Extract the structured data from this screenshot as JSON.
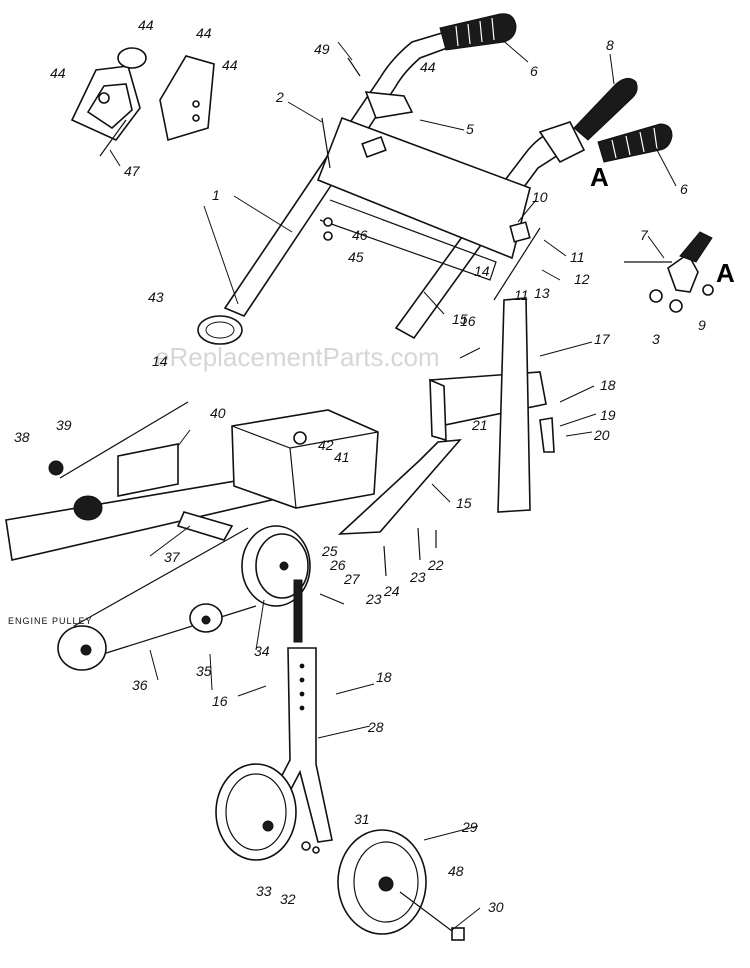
{
  "diagram": {
    "watermark": "eReplacementParts.com",
    "engine_pulley_label": "ENGINE PULLEY",
    "reference_mark": "A",
    "callouts": [
      {
        "id": "c1",
        "text": "1"
      },
      {
        "id": "c2",
        "text": "2"
      },
      {
        "id": "c3",
        "text": "3"
      },
      {
        "id": "c5",
        "text": "5"
      },
      {
        "id": "c6a",
        "text": "6"
      },
      {
        "id": "c6b",
        "text": "6"
      },
      {
        "id": "c7",
        "text": "7"
      },
      {
        "id": "c8",
        "text": "8"
      },
      {
        "id": "c9",
        "text": "9"
      },
      {
        "id": "c10",
        "text": "10"
      },
      {
        "id": "c11a",
        "text": "11"
      },
      {
        "id": "c11b",
        "text": "11"
      },
      {
        "id": "c12",
        "text": "12"
      },
      {
        "id": "c13",
        "text": "13"
      },
      {
        "id": "c14a",
        "text": "14"
      },
      {
        "id": "c14b",
        "text": "14"
      },
      {
        "id": "c15a",
        "text": "15"
      },
      {
        "id": "c15b",
        "text": "15"
      },
      {
        "id": "c16a",
        "text": "16"
      },
      {
        "id": "c16b",
        "text": "16"
      },
      {
        "id": "c17",
        "text": "17"
      },
      {
        "id": "c18a",
        "text": "18"
      },
      {
        "id": "c18b",
        "text": "18"
      },
      {
        "id": "c19",
        "text": "19"
      },
      {
        "id": "c20",
        "text": "20"
      },
      {
        "id": "c21",
        "text": "21"
      },
      {
        "id": "c22",
        "text": "22"
      },
      {
        "id": "c23a",
        "text": "23"
      },
      {
        "id": "c23b",
        "text": "23"
      },
      {
        "id": "c24",
        "text": "24"
      },
      {
        "id": "c25",
        "text": "25"
      },
      {
        "id": "c26",
        "text": "26"
      },
      {
        "id": "c27",
        "text": "27"
      },
      {
        "id": "c28",
        "text": "28"
      },
      {
        "id": "c29",
        "text": "29"
      },
      {
        "id": "c30",
        "text": "30"
      },
      {
        "id": "c31",
        "text": "31"
      },
      {
        "id": "c32",
        "text": "32"
      },
      {
        "id": "c33",
        "text": "33"
      },
      {
        "id": "c34",
        "text": "34"
      },
      {
        "id": "c35",
        "text": "35"
      },
      {
        "id": "c36",
        "text": "36"
      },
      {
        "id": "c37",
        "text": "37"
      },
      {
        "id": "c38",
        "text": "38"
      },
      {
        "id": "c39",
        "text": "39"
      },
      {
        "id": "c40",
        "text": "40"
      },
      {
        "id": "c41",
        "text": "41"
      },
      {
        "id": "c42",
        "text": "42"
      },
      {
        "id": "c43",
        "text": "43"
      },
      {
        "id": "c44a",
        "text": "44"
      },
      {
        "id": "c44b",
        "text": "44"
      },
      {
        "id": "c44c",
        "text": "44"
      },
      {
        "id": "c44d",
        "text": "44"
      },
      {
        "id": "c44e",
        "text": "44"
      },
      {
        "id": "c45",
        "text": "45"
      },
      {
        "id": "c46",
        "text": "46"
      },
      {
        "id": "c47",
        "text": "47"
      },
      {
        "id": "c48",
        "text": "48"
      },
      {
        "id": "c49",
        "text": "49"
      }
    ]
  }
}
